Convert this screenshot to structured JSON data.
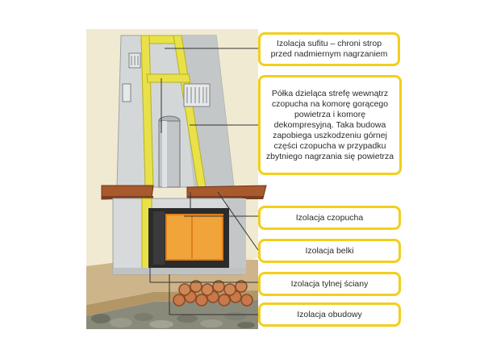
{
  "callouts": {
    "ceiling_insulation": "Izolacja sufitu – chroni strop przed nadmiernym nagrzaniem",
    "dividing_shelf": "Półka dzieląca strefę wewnątrz czopucha na komorę gorącego powietrza i komorę dekompresyjną. Taka budowa zapobiega uszkodzeniu górnej części czopucha w przypadku zbytniego nagrzania się powietrza",
    "flue_insulation": "Izolacja czopucha",
    "beam_insulation": "Izolacja belki",
    "back_wall_insulation": "Izolacja tylnej ściany",
    "casing_insulation": "Izolacja obudowy"
  },
  "colors": {
    "insulation": "#e8e14a",
    "callout_border": "#f2cf1d",
    "wall": "#f0ead2",
    "casing": "#d4d7d8",
    "beam": "#a85a2e",
    "fire_glass": "#f0a43a",
    "floor": "#cdb48a"
  }
}
